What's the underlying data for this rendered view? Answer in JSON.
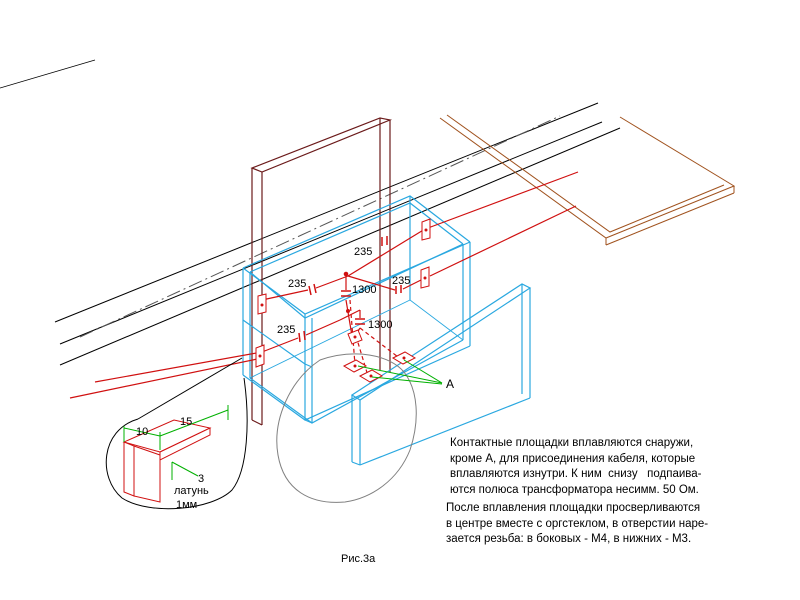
{
  "labels": {
    "cap_235_top": "235",
    "cap_235_left": "235",
    "cap_1300_mid": "1300",
    "cap_235_right": "235",
    "cap_235_bottom": "235",
    "cap_1300_low": "1300",
    "pad_label_a": "A",
    "detail_dim_10": "10",
    "detail_dim_15": "15",
    "detail_dim_3": "3",
    "detail_material": "латунь",
    "detail_thickness": "1мм"
  },
  "note_1": "Контактные площадки вплавляются снаружи,\nкроме А, для присоединения кабеля, которые\nвплавляются изнутри. К ним  снизу   подпаива-\nются полюса трансформатора несимм. 50 Ом.",
  "note_2": "После вплавления площадки просверливаются\nв центре вместе с оргстеклом, в отверстии наре-\nзается резьба: в боковых - М4, в нижних - М3.",
  "caption": "Рис.3а",
  "colors": {
    "frame": "#6b1a1a",
    "box": "#2aa8e0",
    "wire": "#d01010",
    "cable": "#000000",
    "board": "#a0521e",
    "dims": "#00b000",
    "outline": "#808080"
  }
}
